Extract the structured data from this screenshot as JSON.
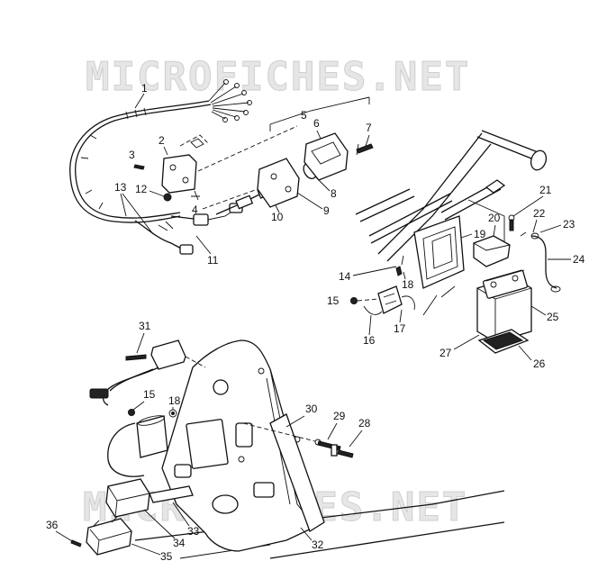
{
  "watermarks": [
    "MICROFICHES.NET",
    "MICROFICHES.NET"
  ],
  "callouts": {
    "c1": "1",
    "c2": "2",
    "c3": "3",
    "c4": "4",
    "c5": "5",
    "c6": "6",
    "c7": "7",
    "c8": "8",
    "c9": "9",
    "c10": "10",
    "c11": "11",
    "c12": "12",
    "c13": "13",
    "c14": "14",
    "c15a": "15",
    "c15b": "15",
    "c16": "16",
    "c17": "17",
    "c18a": "18",
    "c18b": "18",
    "c19": "19",
    "c20": "20",
    "c21": "21",
    "c22": "22",
    "c23": "23",
    "c24": "24",
    "c25": "25",
    "c26": "26",
    "c27": "27",
    "c28": "28",
    "c29": "29",
    "c30": "30",
    "c31": "31",
    "c32": "32",
    "c33": "33",
    "c34": "34",
    "c35": "35",
    "c36": "36"
  }
}
